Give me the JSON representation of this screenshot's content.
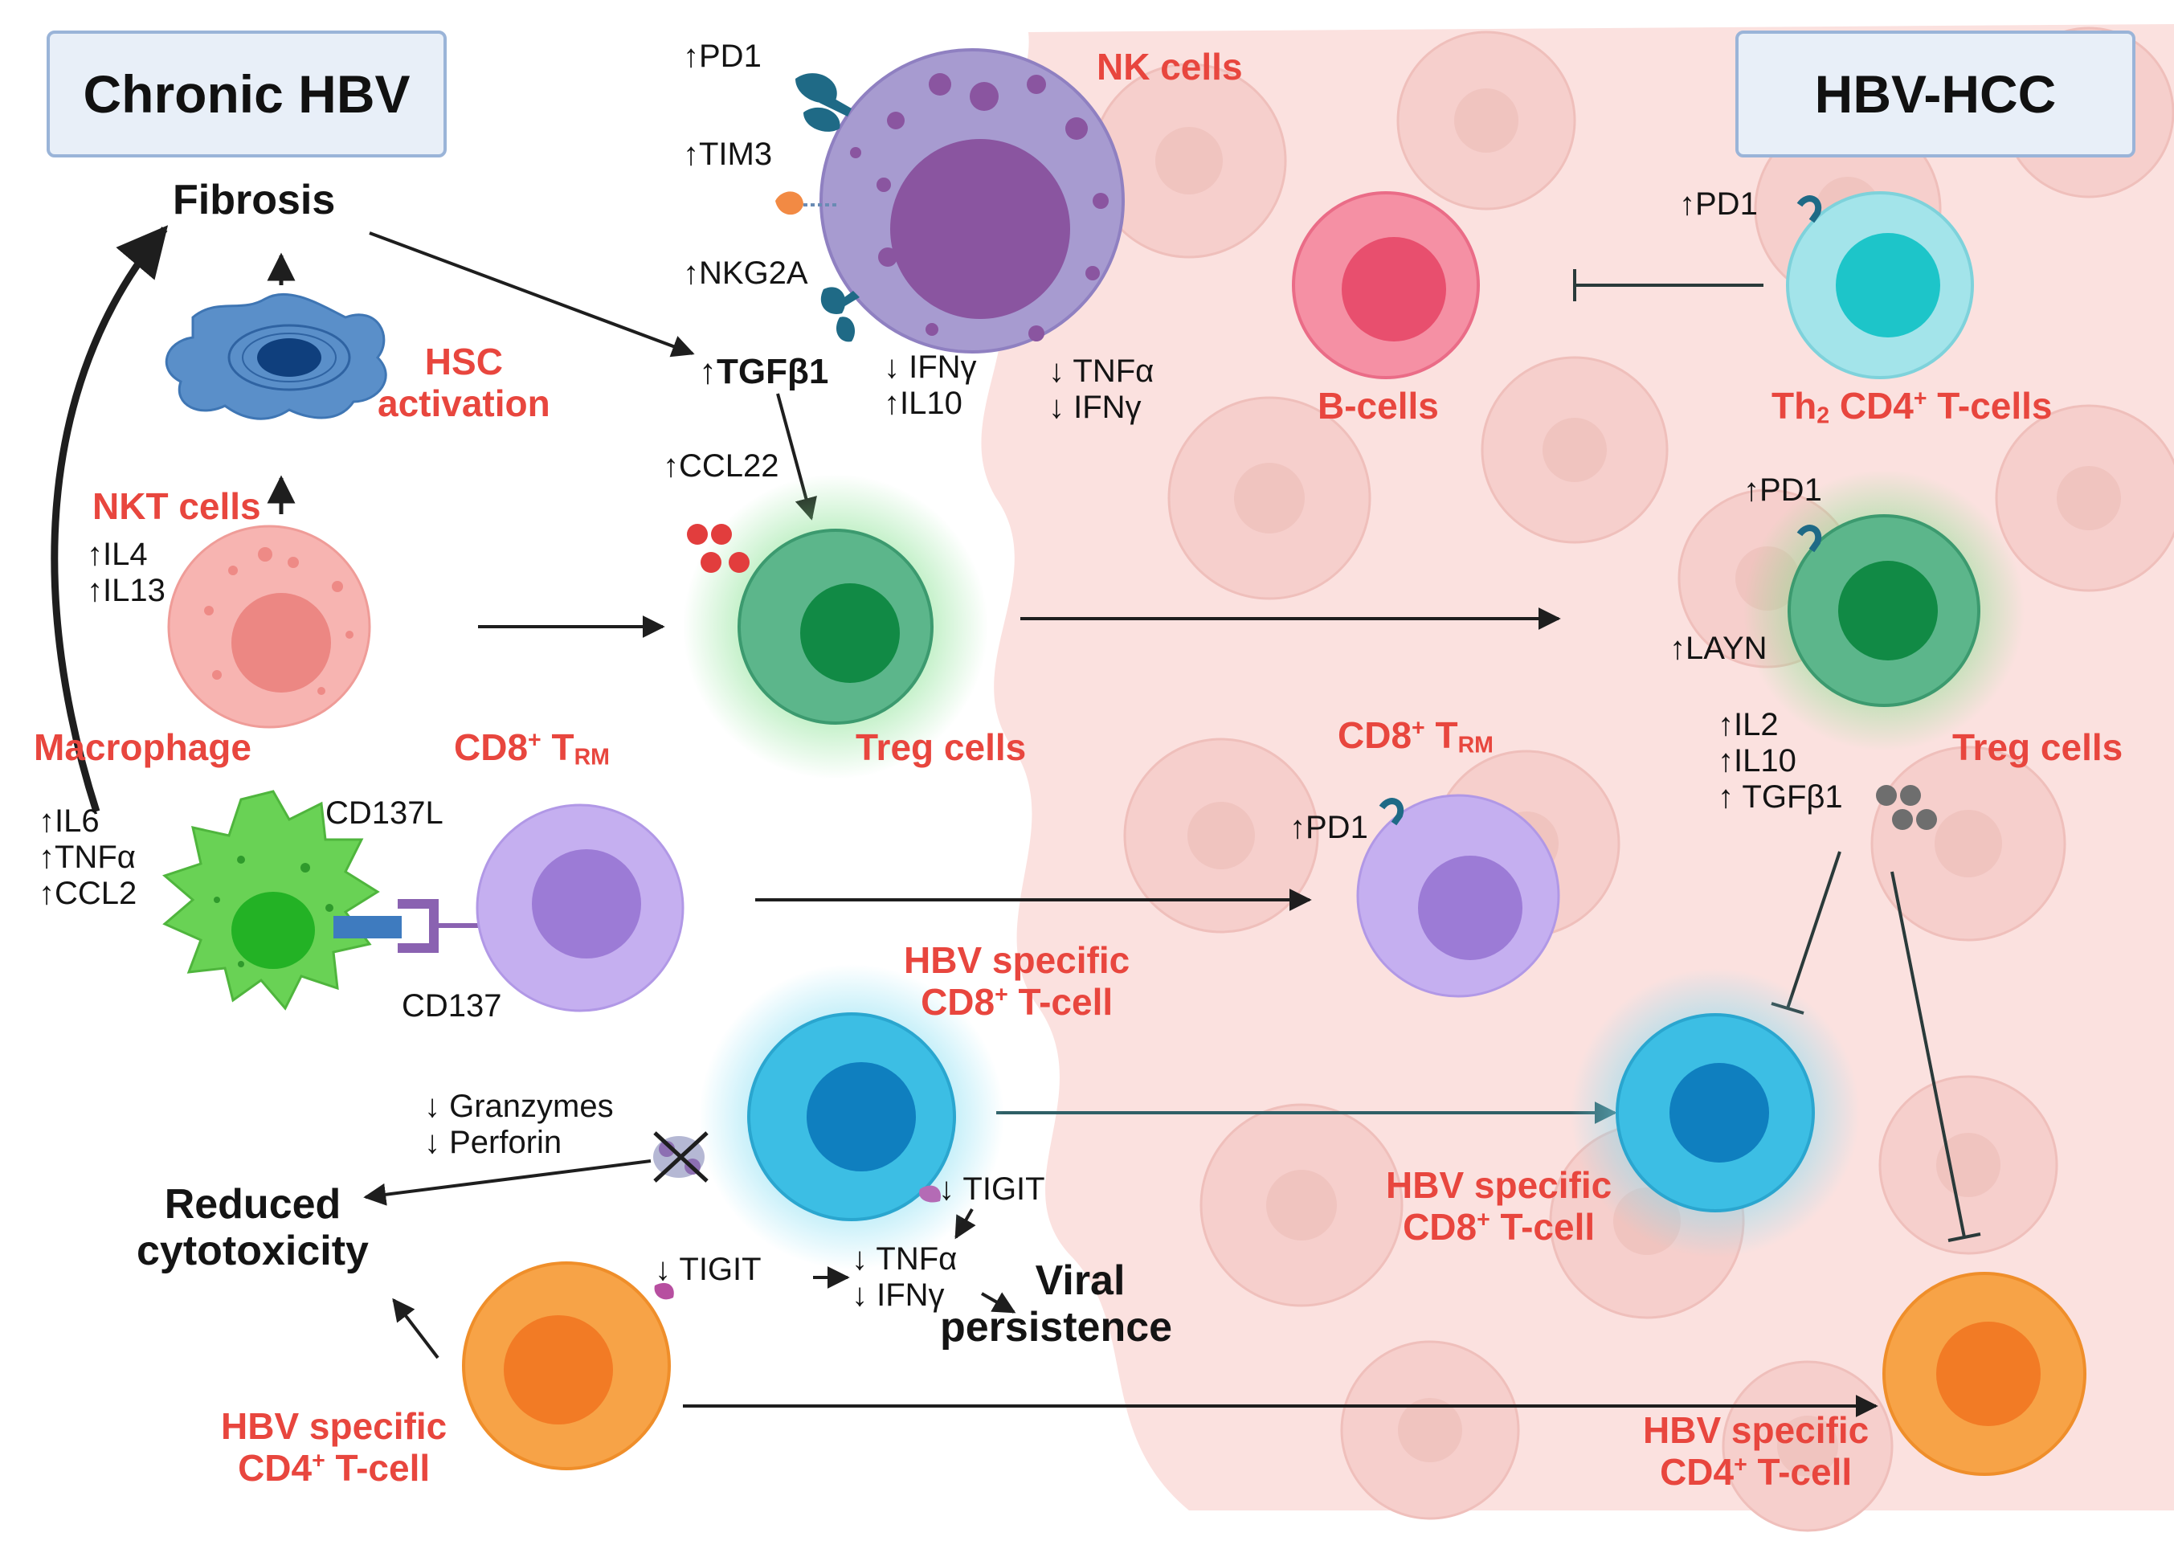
{
  "boxes": {
    "left": "Chronic HBV",
    "right": "HBV-HCC"
  },
  "cells": {
    "nk": "NK cells",
    "hsc_line1": "HSC",
    "hsc_line2": "activation",
    "nkt": "NKT cells",
    "macrophage": "Macrophage",
    "cd8trm_left_main": "CD8",
    "cd8trm_left_sup": "+",
    "cd8trm_left_t": " T",
    "cd8trm_left_sub": "RM",
    "treg_left": "Treg cells",
    "bcells": "B-cells",
    "th2_pre": "Th",
    "th2_sub": "2",
    "th2_mid": " CD4",
    "th2_sup": "+",
    "th2_post": " T-cells",
    "cd8trm_right_main": "CD8",
    "cd8trm_right_sup": "+",
    "cd8trm_right_t": " T",
    "cd8trm_right_sub": "RM",
    "treg_right": "Treg cells",
    "hbv_cd8_left_1": "HBV specific",
    "hbv_cd8_left_2a": "CD8",
    "hbv_cd8_left_2sup": "+",
    "hbv_cd8_left_2b": " T-cell",
    "hbv_cd8_right_1": "HBV specific",
    "hbv_cd8_right_2a": "CD8",
    "hbv_cd8_right_2sup": "+",
    "hbv_cd8_right_2b": " T-cell",
    "hbv_cd4_left_1": "HBV specific",
    "hbv_cd4_left_2a": "CD4",
    "hbv_cd4_left_2sup": "+",
    "hbv_cd4_left_2b": " T-cell",
    "hbv_cd4_right_1": "HBV specific",
    "hbv_cd4_right_2a": "CD4",
    "hbv_cd4_right_2sup": "+",
    "hbv_cd4_right_2b": " T-cell"
  },
  "markers": {
    "nk_pd1": "↑PD1",
    "nk_tim3": "↑TIM3",
    "nk_nkg2a": "↑NKG2A",
    "tgfb1": "↑TGFβ1",
    "nk_ifng": "↓ IFNγ",
    "nk_il10": "↑IL10",
    "nk_tnfa": "↓ TNFα",
    "nk_ifng2": "↓ IFNγ",
    "ccl22": "↑CCL22",
    "nkt_il4": "↑IL4",
    "nkt_il13": "↑IL13",
    "mac_il6": "↑IL6",
    "mac_tnfa": "↑TNFα",
    "mac_ccl2": "↑CCL2",
    "cd137l": "CD137L",
    "cd137": "CD137",
    "granzymes": "↓ Granzymes",
    "perforin": "↓ Perforin",
    "tigit_cd8": "↓ TIGIT",
    "tigit_cd4": "↓ TIGIT",
    "tnfa_low": "↓ TNFα",
    "ifng_low": "↓ IFNγ",
    "bcell_pd1": "↑PD1",
    "treg_pd1": "↑PD1",
    "layn": "↑LAYN",
    "treg_il2": "↑IL2",
    "treg_il10": "↑IL10",
    "treg_tgfb1": "↑ TGFβ1",
    "cd8trm_pd1": "↑PD1"
  },
  "outcomes": {
    "fibrosis": "Fibrosis",
    "reduced_1": "Reduced",
    "reduced_2": "cytotoxicity",
    "viral_1": "Viral",
    "viral_2": "persistence"
  }
}
